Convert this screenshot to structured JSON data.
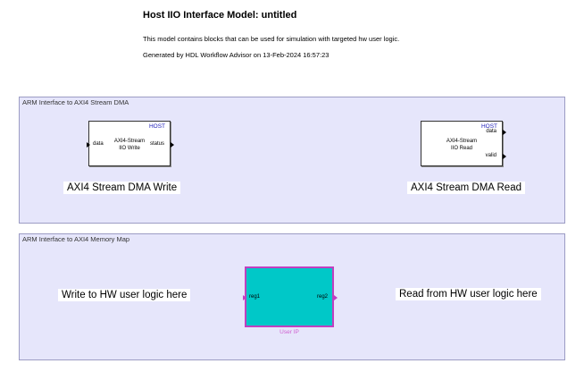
{
  "header": {
    "title": "Host IIO Interface Model: untitled",
    "description": "This model contains blocks that can be used for simulation with targeted hw user logic.",
    "generated": "Generated by HDL Workflow Advisor on 13-Feb-2024 16:57:23"
  },
  "stream_area": {
    "label": "ARM Interface to AXI4 Stream DMA",
    "write_block": {
      "host": "HOST",
      "name_line1": "AXI4-Stream",
      "name_line2": "IIO Write",
      "in_port": "data",
      "out_port": "status"
    },
    "read_block": {
      "host": "HOST",
      "name_line1": "AXI4-Stream",
      "name_line2": "IIO Read",
      "out_port1": "data",
      "out_port2": "valid"
    },
    "write_annotation": "AXI4 Stream DMA Write",
    "read_annotation": "AXI4 Stream DMA Read"
  },
  "mm_area": {
    "label": "ARM Interface to AXI4 Memory Map",
    "write_annotation": "Write to HW user logic here",
    "read_annotation": "Read from HW user logic here",
    "user_ip": {
      "label": "User IP",
      "in_port": "reg1",
      "out_port": "reg2"
    }
  },
  "colors": {
    "area_fill": "#e6e6fb",
    "user_ip_fill": "#00c8c8",
    "user_ip_border": "#c040c0",
    "host_text": "#1a1ab8"
  }
}
